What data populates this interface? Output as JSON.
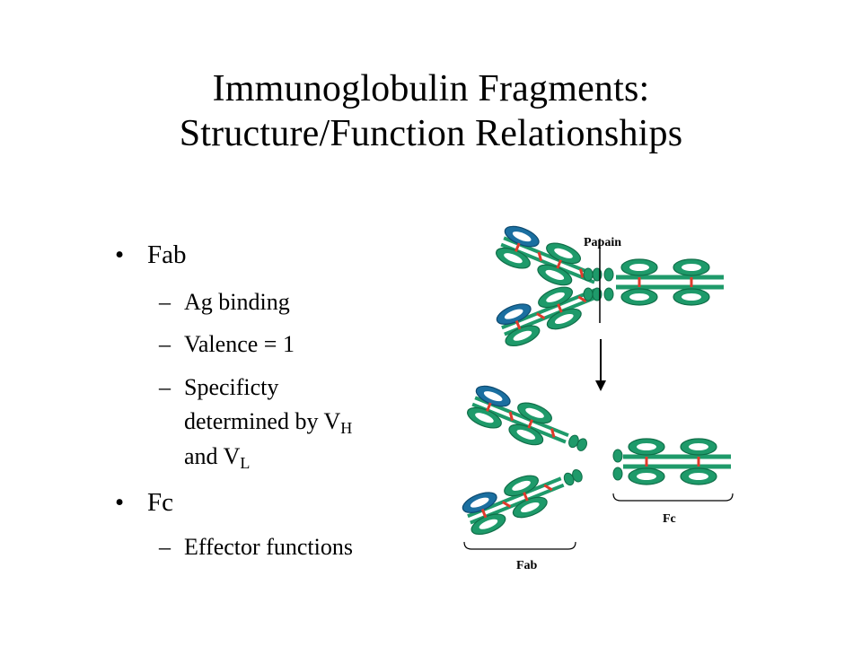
{
  "title": {
    "line1": "Immunoglobulin Fragments:",
    "line2": "Structure/Function Relationships"
  },
  "bullets": {
    "fab": {
      "label": "Fab",
      "items": {
        "ag_binding": "Ag binding",
        "valence": "Valence = 1",
        "specificity_line1": "Specificty",
        "specificity_line2_a": "determined by V",
        "specificity_line2_sub": "H",
        "specificity_line3_a": "and V",
        "specificity_line3_sub": "L"
      }
    },
    "fc": {
      "label": "Fc",
      "items": {
        "effector": "Effector functions"
      }
    },
    "bullet_glyph": "•",
    "dash_glyph": "–"
  },
  "diagram": {
    "papain_label": "Papain",
    "fab_label": "Fab",
    "fc_label": "Fc",
    "colors": {
      "green": "#1e9a6a",
      "dark_green": "#0f6e48",
      "blue": "#1b6fa0",
      "red": "#e03a2c"
    }
  }
}
